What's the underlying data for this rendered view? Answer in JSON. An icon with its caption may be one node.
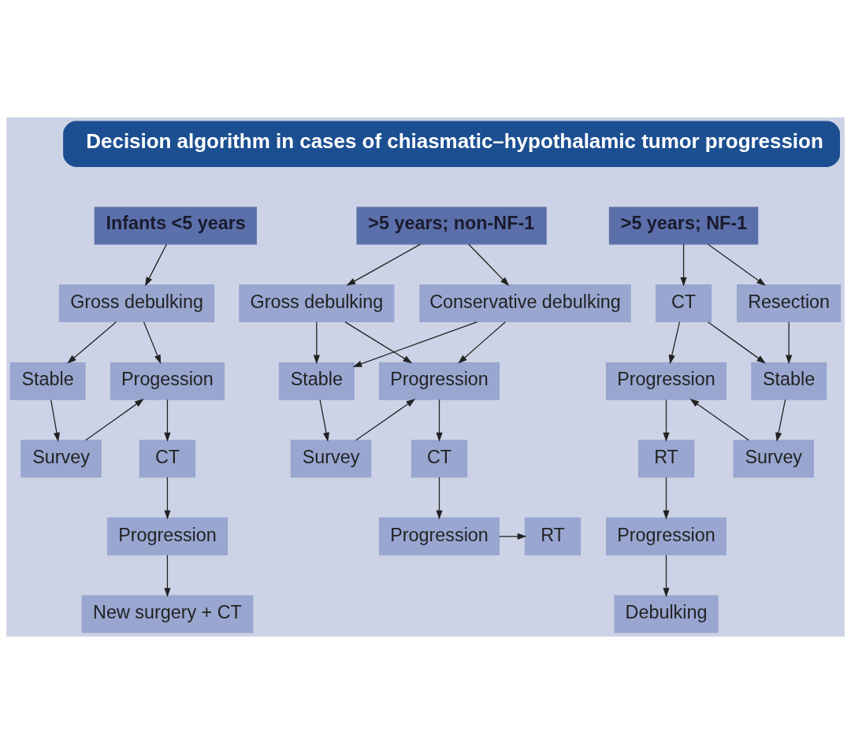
{
  "diagram": {
    "nodes": [
      {
        "text": [
          "Decision algorithm in cases of chiasmatic–hypothalamic tumor progression"
        ]
      },
      {
        "text": [
          "Infants <5 years"
        ]
      },
      {
        "text": [
          "Gross debulking"
        ]
      },
      {
        "text": [
          "Stable"
        ]
      },
      {
        "text": [
          "Progession"
        ]
      },
      {
        "text": [
          "Survey"
        ]
      },
      {
        "text": [
          "CT"
        ]
      },
      {
        "text": [
          "Progression"
        ]
      },
      {
        "text": [
          "New surgery + CT"
        ]
      },
      {
        "text": [
          ">5 years; non-NF-1"
        ]
      },
      {
        "text": [
          "Gross debulking"
        ]
      },
      {
        "text": [
          "Conservative debulking"
        ]
      },
      {
        "text": [
          "Stable"
        ]
      },
      {
        "text": [
          "Progression"
        ]
      },
      {
        "text": [
          "Survey"
        ]
      },
      {
        "text": [
          "CT"
        ]
      },
      {
        "text": [
          "RT"
        ]
      },
      {
        "text": [
          "Progression"
        ]
      },
      {
        "text": [
          ">5 years; NF-1"
        ]
      },
      {
        "text": [
          "Resection"
        ]
      },
      {
        "text": [
          "CT"
        ]
      },
      {
        "text": [
          "Stable"
        ]
      },
      {
        "text": [
          "Progression"
        ]
      },
      {
        "text": [
          "Survey"
        ]
      },
      {
        "text": [
          "RT"
        ]
      },
      {
        "text": [
          "Progression"
        ]
      },
      {
        "text": [
          "Debulking"
        ]
      }
    ],
    "edges": [
      {
        "from": 1,
        "to": 2,
        "arrow": "to"
      },
      {
        "from": 2,
        "to": 3,
        "arrow": "to"
      },
      {
        "from": 2,
        "to": 4,
        "arrow": "to"
      },
      {
        "from": 3,
        "to": 5,
        "arrow": "to"
      },
      {
        "from": 5,
        "to": 4,
        "arrow": "to"
      },
      {
        "from": 4,
        "to": 6,
        "arrow": "to"
      },
      {
        "from": 6,
        "to": 7,
        "arrow": "to"
      },
      {
        "from": 7,
        "to": 8,
        "arrow": "to"
      },
      {
        "from": 9,
        "to": 10,
        "arrow": "to"
      },
      {
        "from": 9,
        "to": 11,
        "arrow": "to"
      },
      {
        "from": 10,
        "to": 12,
        "arrow": "to"
      },
      {
        "from": 10,
        "to": 13,
        "arrow": "to"
      },
      {
        "from": 11,
        "to": 12,
        "arrow": "to"
      },
      {
        "from": 11,
        "to": 13,
        "arrow": "to"
      },
      {
        "from": 12,
        "to": 14,
        "arrow": "to"
      },
      {
        "from": 14,
        "to": 13,
        "arrow": "to"
      },
      {
        "from": 13,
        "to": 15,
        "arrow": "to"
      },
      {
        "from": 15,
        "to": 17,
        "arrow": "to"
      },
      {
        "from": 17,
        "to": 16,
        "arrow": "to"
      },
      {
        "from": 18,
        "to": 19,
        "arrow": "to"
      },
      {
        "from": 18,
        "to": 20,
        "arrow": "to"
      },
      {
        "from": 19,
        "to": 21,
        "arrow": "to"
      },
      {
        "from": 20,
        "to": 21,
        "arrow": "to"
      },
      {
        "from": 20,
        "to": 22,
        "arrow": "to"
      },
      {
        "from": 21,
        "to": 23,
        "arrow": "to"
      },
      {
        "from": 23,
        "to": 22,
        "arrow": "to"
      },
      {
        "from": 22,
        "to": 24,
        "arrow": "to"
      },
      {
        "from": 24,
        "to": 25,
        "arrow": "to"
      },
      {
        "from": 25,
        "to": 26,
        "arrow": "to"
      }
    ]
  }
}
